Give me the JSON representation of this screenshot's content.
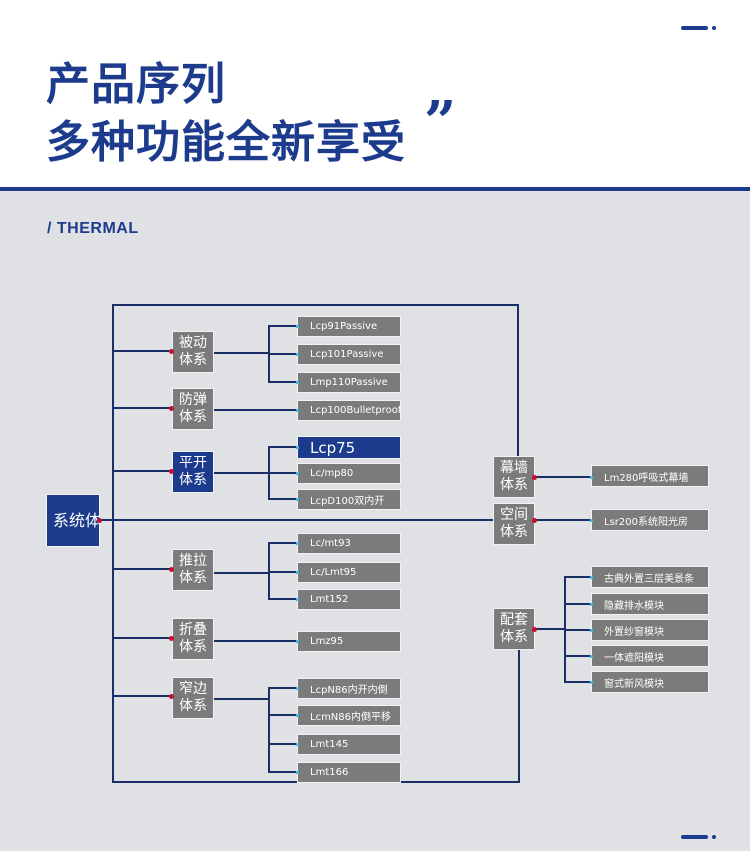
{
  "header": {
    "title_line1": "产品序列",
    "title_line2": "多种功能全新享受",
    "quote_mark": "”"
  },
  "section_tag": "/ THERMAL",
  "colors": {
    "brand": "#1c3b8c",
    "box": "#7b7b7b",
    "connector": "#1a2f66",
    "node_dot": "#c8102e",
    "leaf_dot": "#3fb8e8"
  },
  "diagram": {
    "root": "系统体系",
    "left_groups": [
      {
        "label": "被动体系",
        "items": [
          "Lcp91Passive",
          "Lcp101Passive",
          "Lmp110Passive"
        ]
      },
      {
        "label": "防弹体系",
        "items": [
          "Lcp100Bulletproof"
        ]
      },
      {
        "label": "平开体系",
        "items": [
          "Lcp75",
          "Lc/mp80",
          "LcpD100双内开"
        ]
      },
      {
        "label": "推拉体系",
        "items": [
          "Lc/mt93",
          "Lc/Lmt95",
          "Lmt152"
        ]
      },
      {
        "label": "折叠体系",
        "items": [
          "Lmz95"
        ]
      },
      {
        "label": "窄边体系",
        "items": [
          "LcpN86内开内倒",
          "LcmN86内倒平移",
          "Lmt145",
          "Lmt166"
        ]
      }
    ],
    "right_groups": [
      {
        "label": "幕墙体系",
        "items": [
          "Lm280呼吸式幕墙"
        ]
      },
      {
        "label": "空间体系",
        "items": [
          "Lsr200系统阳光房"
        ]
      },
      {
        "label": "配套体系",
        "items": [
          "古典外置三层美景条",
          "隐藏排水模块",
          "外置纱窗模块",
          "一体遮阳模块",
          "窗式新风模块"
        ]
      }
    ]
  }
}
